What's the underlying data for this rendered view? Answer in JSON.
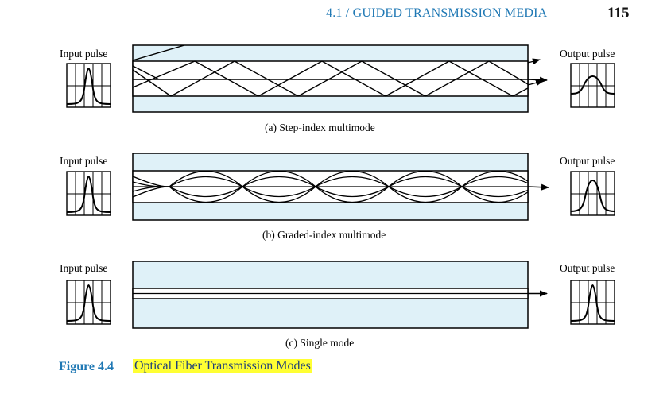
{
  "header": {
    "running_head": "4.1 / GUIDED TRANSMISSION MEDIA",
    "page_number": "115"
  },
  "panels": [
    {
      "input_label": "Input pulse",
      "output_label": "Output pulse",
      "caption": "(a) Step-index multimode"
    },
    {
      "input_label": "Input pulse",
      "output_label": "Output pulse",
      "caption": "(b) Graded-index multimode"
    },
    {
      "input_label": "Input pulse",
      "output_label": "Output pulse",
      "caption": "(c) Single mode"
    }
  ],
  "figure": {
    "label": "Figure 4.4",
    "title": "Optical Fiber Transmission Modes"
  },
  "colors": {
    "accent": "#1f78b4",
    "cladding": "#dff1f8",
    "highlight": "#ffff33"
  }
}
